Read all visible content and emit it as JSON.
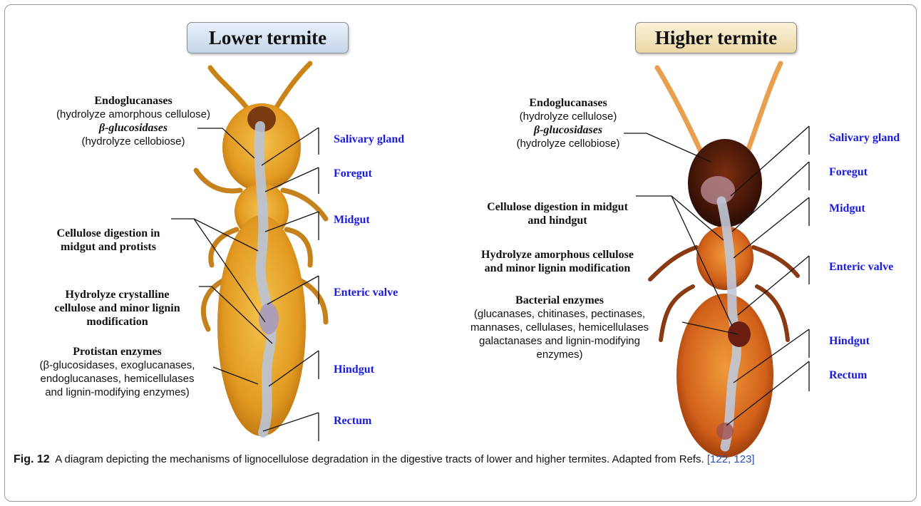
{
  "panels": {
    "lower": {
      "title": "Lower termite",
      "enzymes": [
        {
          "head": "Endoglucanases",
          "sub": "(hydrolyze amorphous cellulose)"
        },
        {
          "head": "β-glucosidases",
          "sub": "(hydrolyze cellobiose)"
        }
      ],
      "digestion": "Cellulose digestion in\nmidgut and protists",
      "hydrolyze": "Hydrolyze crystalline\ncellulose and minor lignin\nmodification",
      "protistan_head": "Protistan enzymes",
      "protistan_body": "(β-glucosidases, exoglucanases,\nendoglucanases, hemicellulases\nand lignin-modifying enzymes)",
      "segments": [
        "Salivary gland",
        "Foregut",
        "Midgut",
        "Enteric valve",
        "Hindgut",
        "Rectum"
      ]
    },
    "higher": {
      "title": "Higher termite",
      "enzymes": [
        {
          "head": "Endoglucanases",
          "sub": "(hydrolyze cellulose)"
        },
        {
          "head": "β-glucosidases",
          "sub": "(hydrolyze cellobiose)"
        }
      ],
      "digestion": "Cellulose digestion in midgut\nand hindgut",
      "hydrolyze": "Hydrolyze amorphous cellulose\nand minor lignin modification",
      "bacterial_head": "Bacterial enzymes",
      "bacterial_body": "(glucanases, chitinases, pectinases,\nmannases, cellulases, hemicellulases\ngalactanases and lignin-modifying\nenzymes)",
      "segments": [
        "Salivary gland",
        "Foregut",
        "Midgut",
        "Enteric valve",
        "Hindgut",
        "Rectum"
      ]
    }
  },
  "caption": {
    "label": "Fig. 12",
    "text": "A diagram depicting the mechanisms of lignocellulose degradation in the digestive tracts of lower and higher termites. Adapted from Refs.",
    "refs": "[122, 123]"
  },
  "colors": {
    "segment_label": "#1a1ae0",
    "lower_title_bg": "#d3e0f0",
    "higher_title_bg": "#f2e3bb",
    "lower_body": "#e6a12a",
    "higher_body": "#d9691c",
    "gut": "#b9c4d6"
  }
}
